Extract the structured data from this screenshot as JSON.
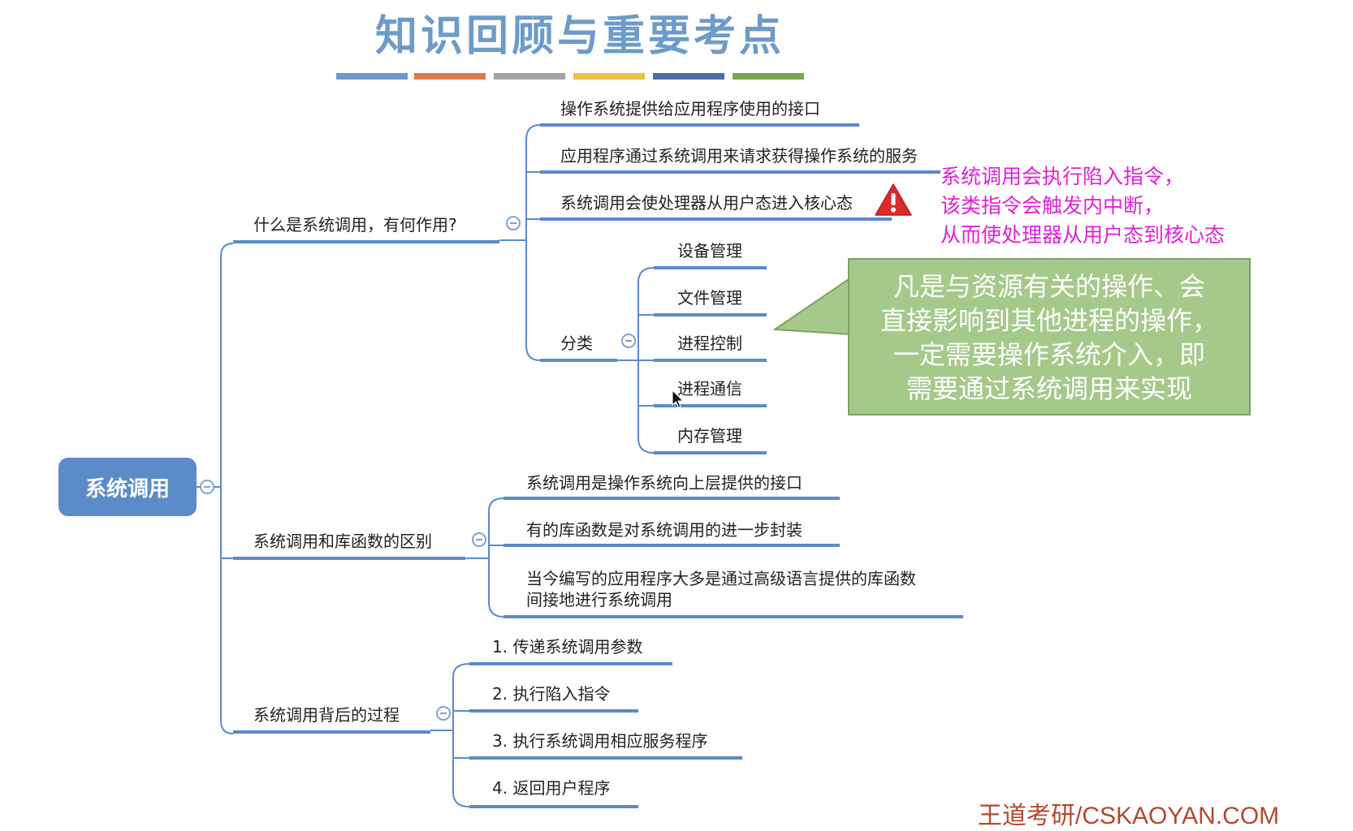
{
  "title": "知识回顾与重要考点",
  "title_bars": [
    "#6d9bc9",
    "#d97a4a",
    "#a4a4a4",
    "#eebf45",
    "#4a6fa8",
    "#79a84e"
  ],
  "root": "系统调用",
  "branches": {
    "what": {
      "label": "什么是系统调用，有何作用?",
      "items": [
        "操作系统提供给应用程序使用的接口",
        "应用程序通过系统调用来请求获得操作系统的服务",
        "系统调用会使处理器从用户态进入核心态"
      ],
      "category": {
        "label": "分类",
        "items": [
          "设备管理",
          "文件管理",
          "进程控制",
          "进程通信",
          "内存管理"
        ]
      }
    },
    "diff": {
      "label": "系统调用和库函数的区别",
      "items": [
        "系统调用是操作系统向上层提供的接口",
        "有的库函数是对系统调用的进一步封装",
        "当今编写的应用程序大多是通过高级语言提供的库函数"
      ],
      "item3_line2": "间接地进行系统调用"
    },
    "process": {
      "label": "系统调用背后的过程",
      "items": [
        "1. 传递系统调用参数",
        "2. 执行陷入指令",
        "3. 执行系统调用相应服务程序",
        "4. 返回用户程序"
      ]
    }
  },
  "note": {
    "lines": [
      "系统调用会执行陷入指令，",
      "该类指令会触发内中断，",
      "从而使处理器从用户态到核心态"
    ],
    "color": "#e020d8"
  },
  "callout": {
    "lines": [
      "凡是与资源有关的操作、会",
      "直接影响到其他进程的操作，",
      "一定需要操作系统介入，即",
      "需要通过系统调用来实现"
    ]
  },
  "footer": "王道考研/CSKAOYAN.COM",
  "colors": {
    "line": "#5b8bc9",
    "root_bg": "#5b8bc9",
    "callout_bg": "#a5c98a",
    "footer": "#b5482d",
    "warning": "#d92b2b"
  }
}
